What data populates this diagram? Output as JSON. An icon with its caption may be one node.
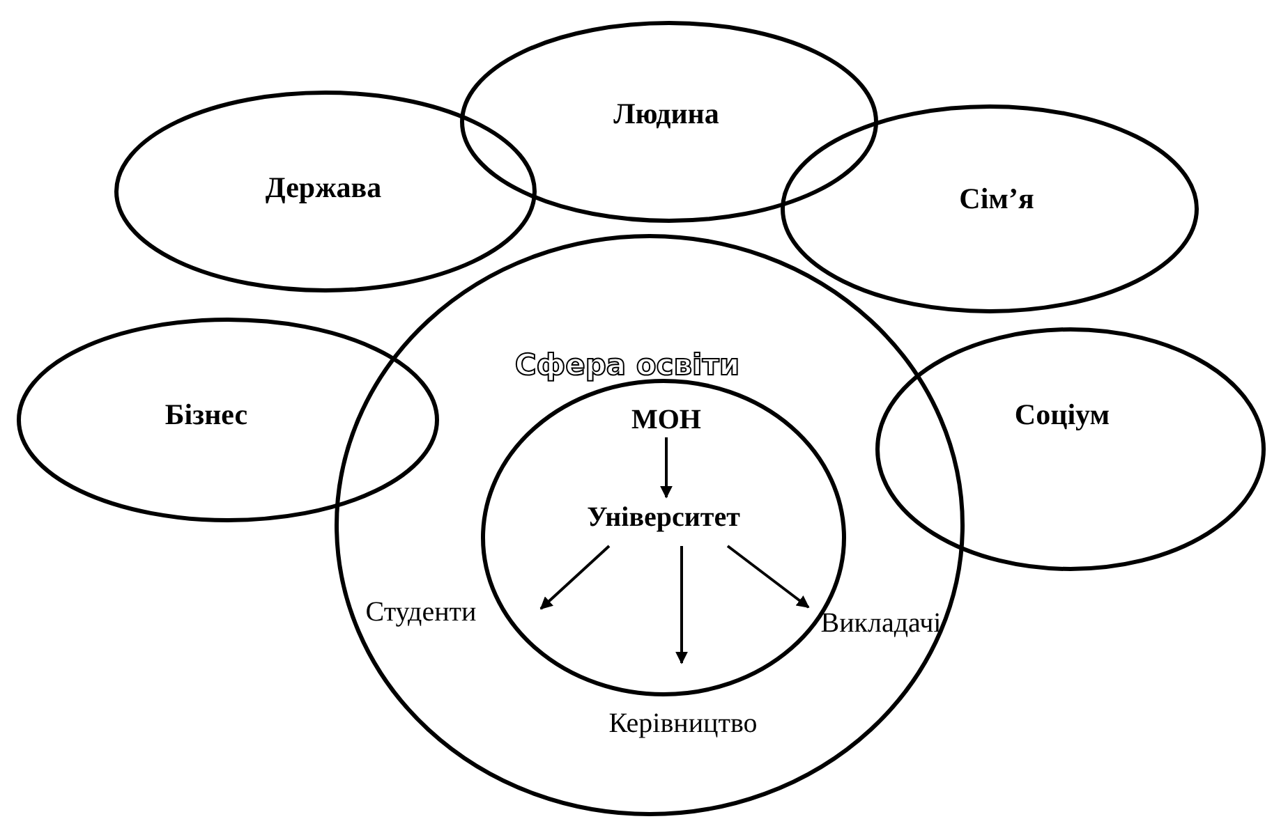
{
  "diagram": {
    "nodes": [
      {
        "text": [
          "Держава"
        ]
      },
      {
        "text": [
          "Людина"
        ]
      },
      {
        "text": [
          "Сім’я"
        ]
      },
      {
        "text": [
          "Бізнес"
        ]
      },
      {
        "text": [
          "Сфера освіти"
        ]
      },
      {
        "text": [
          "Соціум"
        ]
      },
      {
        "text": [],
        "shape": "circle",
        "in": 4
      },
      {
        "text": [
          "МОН"
        ],
        "in": 6
      },
      {
        "text": [
          "Університет"
        ],
        "in": 6
      },
      {
        "text": [
          "Студенти"
        ],
        "in": 4
      },
      {
        "text": [
          "Викладачі"
        ],
        "in": 4
      },
      {
        "text": [
          "Керівництво"
        ],
        "in": 4
      }
    ],
    "edges": [
      {
        "from": 7,
        "to": 8,
        "arrow": "to"
      },
      {
        "from": 8,
        "to": 9,
        "arrow": "to"
      },
      {
        "from": 8,
        "to": 11,
        "arrow": "to"
      },
      {
        "from": 8,
        "to": 10,
        "arrow": "to"
      }
    ]
  }
}
